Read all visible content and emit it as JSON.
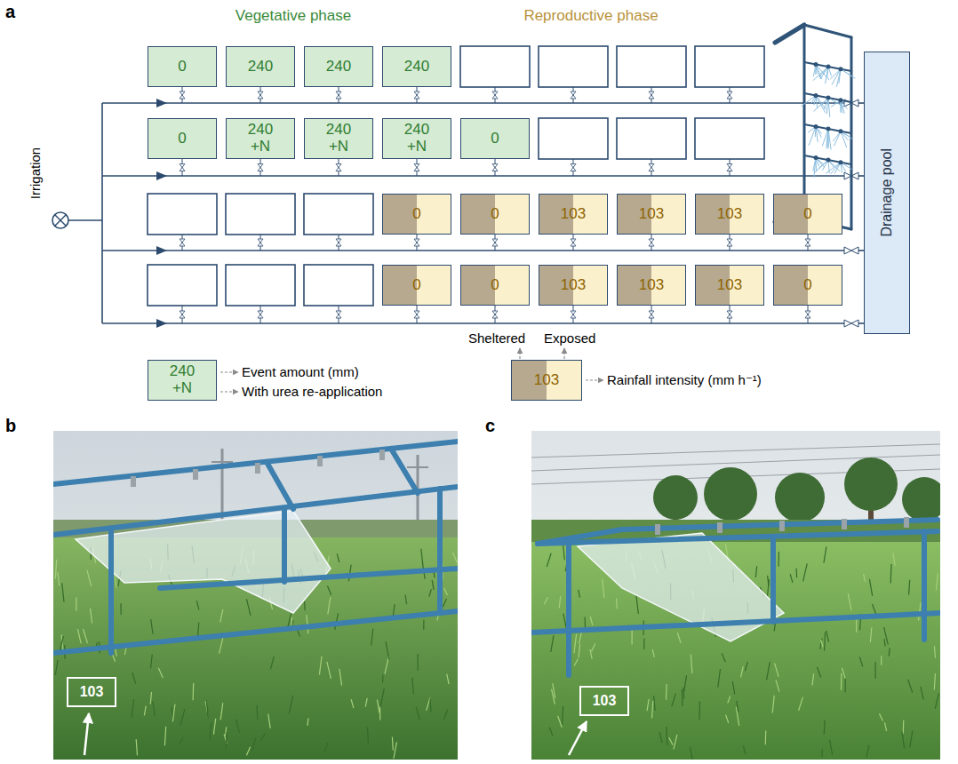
{
  "diagram": {
    "nodes": [
      {
        "text": [
          "0"
        ]
      },
      {
        "text": [
          "240"
        ]
      },
      {
        "text": [
          "240"
        ]
      },
      {
        "text": [
          "240"
        ]
      },
      {
        "text": [
          "0"
        ]
      },
      {
        "text": [
          "240 +N"
        ]
      },
      {
        "text": [
          "240 +N"
        ]
      },
      {
        "text": [
          "240 +N"
        ]
      },
      {
        "text": [
          "0"
        ]
      },
      {
        "text": [
          "0"
        ]
      },
      {
        "text": [
          "0"
        ]
      },
      {
        "text": [
          "103"
        ]
      },
      {
        "text": [
          "103"
        ]
      },
      {
        "text": [
          "103"
        ]
      },
      {
        "text": [
          "0"
        ]
      },
      {
        "text": [
          "0"
        ]
      },
      {
        "text": [
          "0"
        ]
      },
      {
        "text": [
          "103"
        ]
      },
      {
        "text": [
          "103"
        ]
      },
      {
        "text": [
          "103"
        ]
      },
      {
        "text": [
          "0"
        ]
      },
      {
        "text": [
          "Drainage pool"
        ]
      },
      {
        "text": [
          "240 +N"
        ]
      },
      {
        "text": [
          "103"
        ]
      },
      {
        "text": [
          "103"
        ]
      },
      {
        "text": [
          "103"
        ]
      }
    ],
    "labels": [
      "a",
      "Vegetative phase",
      "Reproductive phase",
      "Irrigation",
      "Event amount (mm)",
      "With urea re-application",
      "Sheltered",
      "Exposed",
      "Rainfall intensity (mm h⁻¹)",
      "b",
      "c"
    ]
  }
}
